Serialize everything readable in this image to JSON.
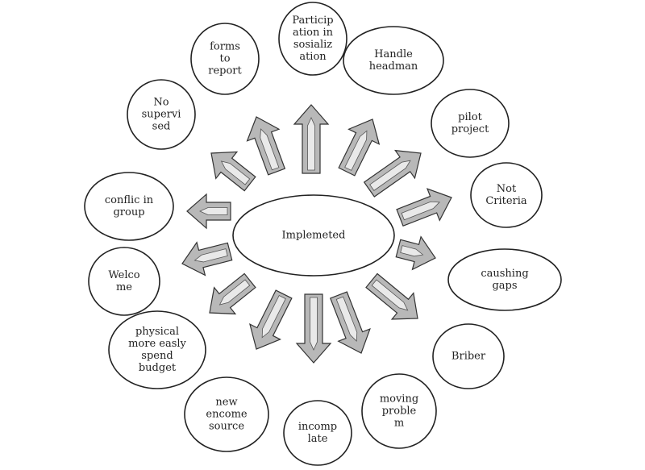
{
  "center": {
    "lines": [
      "Implemeted"
    ]
  },
  "nodes": [
    {
      "key": "participation",
      "lines": [
        "Particip",
        "ation in",
        "sosializ",
        "ation"
      ]
    },
    {
      "key": "handle-headman",
      "lines": [
        "Handle",
        "headman"
      ]
    },
    {
      "key": "pilot-project",
      "lines": [
        "pilot",
        "project"
      ]
    },
    {
      "key": "not-criteria",
      "lines": [
        "Not",
        "Criteria"
      ]
    },
    {
      "key": "caushing-gaps",
      "lines": [
        "caushing",
        "gaps"
      ]
    },
    {
      "key": "briber",
      "lines": [
        "Briber"
      ]
    },
    {
      "key": "moving-problem",
      "lines": [
        "moving",
        "proble",
        "m"
      ]
    },
    {
      "key": "incomplate",
      "lines": [
        "incomp",
        "late"
      ]
    },
    {
      "key": "new-encome-source",
      "lines": [
        "new",
        "encome",
        "source"
      ]
    },
    {
      "key": "physical-budget",
      "lines": [
        "physical",
        "more easly",
        "spend",
        "budget"
      ]
    },
    {
      "key": "welcome",
      "lines": [
        "Welco",
        "me"
      ]
    },
    {
      "key": "conflic-in-group",
      "lines": [
        "conflic in",
        "group"
      ]
    },
    {
      "key": "no-supervised",
      "lines": [
        "No",
        "supervi",
        "sed"
      ]
    },
    {
      "key": "forms-to-report",
      "lines": [
        "forms",
        "to",
        "report"
      ]
    }
  ]
}
